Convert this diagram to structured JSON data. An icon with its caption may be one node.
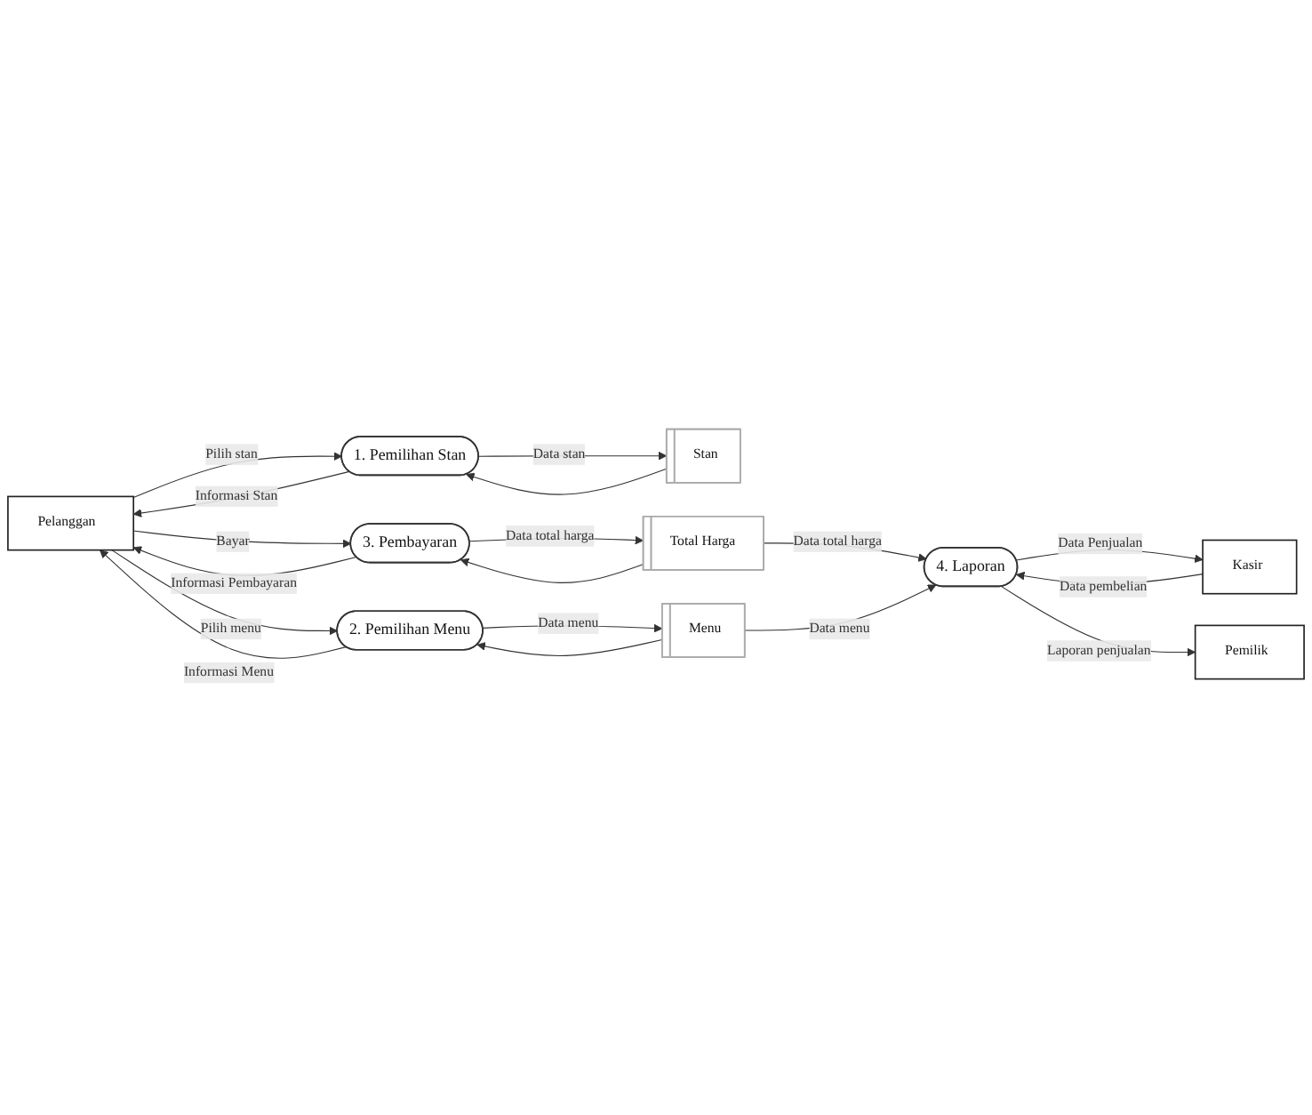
{
  "diagram": {
    "nodes": [
      {
        "text": [
          "Pelanggan"
        ]
      },
      {
        "text": [
          "1. Pemilihan Stan"
        ]
      },
      {
        "text": [
          "Stan"
        ]
      },
      {
        "text": [
          "2. Pemilihan Menu"
        ]
      },
      {
        "text": [
          "Menu"
        ]
      },
      {
        "text": [
          "3. Pembayaran"
        ]
      },
      {
        "text": [
          "Total Harga"
        ]
      },
      {
        "text": [
          "Kasir"
        ]
      },
      {
        "text": [
          "4. Laporan"
        ]
      },
      {
        "text": [
          "Pemilik"
        ]
      }
    ],
    "edges": [
      {
        "from": 0,
        "to": 1,
        "label": "Pilih stan",
        "arrow": "to"
      },
      {
        "from": 1,
        "to": 0,
        "label": "Informasi Stan",
        "arrow": "to"
      },
      {
        "from": 1,
        "to": 2,
        "label": "Data stan",
        "arrow": "to"
      },
      {
        "from": 2,
        "to": 1,
        "arrow": "to"
      },
      {
        "from": 0,
        "to": 3,
        "label": "Pilih menu",
        "arrow": "to"
      },
      {
        "from": 3,
        "to": 0,
        "label": "Informasi Menu",
        "arrow": "to"
      },
      {
        "from": 3,
        "to": 4,
        "label": "Data menu",
        "arrow": "to"
      },
      {
        "from": 4,
        "to": 3,
        "arrow": "to"
      },
      {
        "from": 5,
        "to": 0,
        "label": "Informasi Pembayaran",
        "arrow": "to"
      },
      {
        "from": 0,
        "to": 5,
        "label": "Bayar",
        "arrow": "to"
      },
      {
        "from": 5,
        "to": 6,
        "label": "Data total harga",
        "arrow": "to"
      },
      {
        "from": 6,
        "to": 5,
        "arrow": "to"
      },
      {
        "from": 6,
        "to": 8,
        "label": "Data total harga",
        "arrow": "to"
      },
      {
        "from": 4,
        "to": 8,
        "label": "Data menu",
        "arrow": "to"
      },
      {
        "from": 7,
        "to": 8,
        "label": "Data pembelian",
        "arrow": "to"
      },
      {
        "from": 8,
        "to": 7,
        "label": "Data Penjualan",
        "arrow": "to"
      },
      {
        "from": 8,
        "to": 9,
        "label": "Laporan penjualan",
        "arrow": "to"
      }
    ]
  }
}
